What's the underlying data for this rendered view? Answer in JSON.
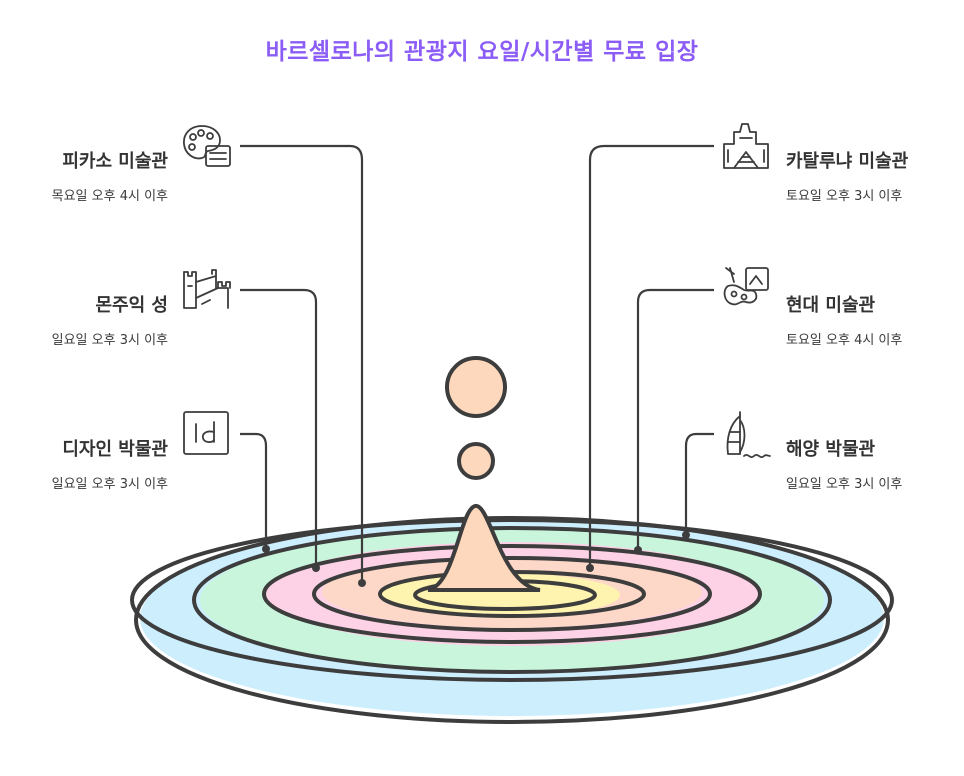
{
  "title": "바르셀로나의 관광지 요일/시간별 무료 입장",
  "colors": {
    "title": "#8b5cf6",
    "stroke": "#3d3d3d",
    "ring_blue": "#cdeefd",
    "ring_green": "#c8f5dc",
    "ring_pink": "#fdd2e6",
    "ring_peach": "#fdd8c8",
    "ring_yellow": "#fff3b0",
    "drop": "#fdd8bd"
  },
  "items": [
    {
      "name": "피카소 미술관",
      "time": "목요일 오후 4시 이후",
      "icon": "palette-icon",
      "side": "left"
    },
    {
      "name": "몬주익 성",
      "time": "일요일 오후 3시 이후",
      "icon": "castle-wall-icon",
      "side": "left"
    },
    {
      "name": "디자인 박물관",
      "time": "일요일 오후 3시 이후",
      "icon": "design-id-icon",
      "side": "left"
    },
    {
      "name": "카탈루냐 미술관",
      "time": "토요일 오후 3시 이후",
      "icon": "museum-building-icon",
      "side": "right"
    },
    {
      "name": "현대 미술관",
      "time": "토요일 오후 4시 이후",
      "icon": "art-brush-icon",
      "side": "right"
    },
    {
      "name": "해양 박물관",
      "time": "일요일 오후 3시 이후",
      "icon": "sailboat-icon",
      "side": "right"
    }
  ]
}
